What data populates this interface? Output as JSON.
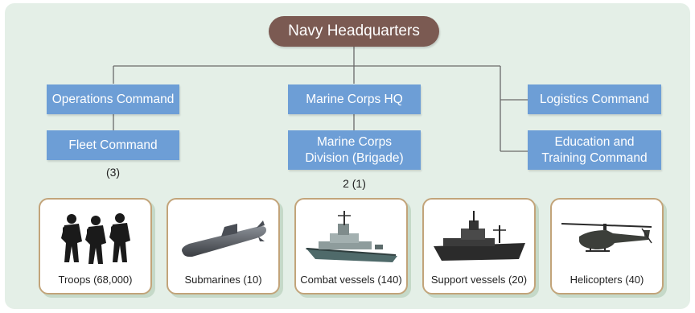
{
  "headquarters": "Navy Headquarters",
  "commands": {
    "operations": "Operations Command",
    "fleet": "Fleet Command",
    "marine_hq": "Marine Corps HQ",
    "marine_division": "Marine Corps Division (Brigade)",
    "logistics": "Logistics Command",
    "education": "Education and Training Command"
  },
  "counts": {
    "fleet": "(3)",
    "marine_division": "2 (1)"
  },
  "assets": [
    {
      "label": "Troops (68,000)",
      "icon": "troops-icon"
    },
    {
      "label": "Submarines (10)",
      "icon": "submarine-icon"
    },
    {
      "label": "Combat vessels (140)",
      "icon": "combat-vessel-icon"
    },
    {
      "label": "Support vessels (20)",
      "icon": "support-vessel-icon"
    },
    {
      "label": "Helicopters (40)",
      "icon": "helicopter-icon"
    }
  ],
  "colors": {
    "panel": "#e4efe7",
    "headquarters": "#7b5a52",
    "command": "#6d9ed6",
    "card_border": "#c2a47a"
  }
}
